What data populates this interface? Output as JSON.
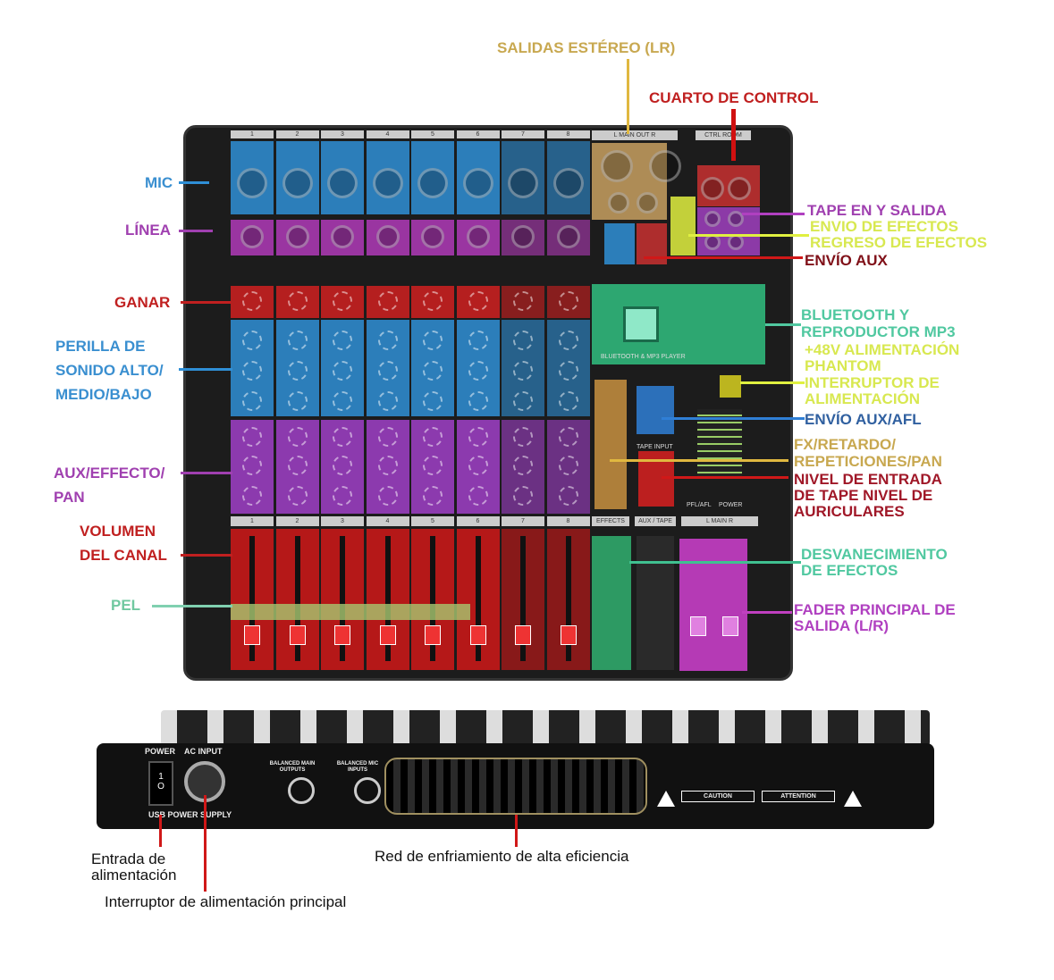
{
  "colors": {
    "mic": "#2f8fd6",
    "line": "#b03ab8",
    "gain": "#d02020",
    "eq": "#2f8fd6",
    "aux": "#a040c8",
    "fader": "#d01818",
    "pel": "#a8c870",
    "main_out": "#c8a060",
    "ctrl": "#c83030",
    "tape": "#a040c0",
    "fx": "#e0f040",
    "bt": "#30c080",
    "effects_knobs": "#c89040",
    "aux_afl": "#2f7fd6",
    "main_fader": "#d040d0"
  },
  "channels": [
    "1",
    "2",
    "3",
    "4",
    "5",
    "6",
    "7",
    "8"
  ],
  "panel": {
    "main_out": "L MAIN OUT R",
    "ctrl_room": "CTRL ROOM",
    "bt_player": "BLUETOOTH & MP3 PLAYER",
    "effects": "EFFECTS",
    "aux_tape": "AUX / TAPE",
    "main_lr": "L MAIN R",
    "tape_input": "TAPE INPUT",
    "pfl_afl": "PFL/AFL",
    "power": "POWER"
  },
  "labels": {
    "salidas": "SALIDAS ESTÉREO (LR)",
    "cuarto": "CUARTO DE CONTROL",
    "mic": "MIC",
    "linea": "LÍNEA",
    "ganar": "GANAR",
    "perilla": [
      "PERILLA DE",
      "SONIDO ALTO/",
      "MEDIO/BAJO"
    ],
    "aux": [
      "AUX/EFFECTO/",
      "PAN"
    ],
    "volumen": [
      "VOLUMEN",
      "DEL CANAL"
    ],
    "pel": "PEL",
    "tape": "TAPE EN Y SALIDA",
    "envio_efectos": "ENVIO DE EFECTOS",
    "regreso": "REGRESO DE EFECTOS",
    "envio_aux": "ENVÍO AUX",
    "bluetooth": [
      "BLUETOOTH Y",
      "REPRODUCTOR MP3"
    ],
    "phantom": [
      "+48V ALIMENTACIÓN",
      "PHANTOM"
    ],
    "interruptor": [
      "INTERRUPTOR DE",
      "ALIMENTACIÓN"
    ],
    "aux_afl": "ENVÍO AUX/AFL",
    "fx": [
      "FX/RETARDO/",
      "REPETICIONES/PAN"
    ],
    "nivel": [
      "NIVEL DE ENTRADA",
      "DE TAPE NIVEL DE",
      "AURICULARES"
    ],
    "desvanecimiento": [
      "DESVANECIMIENTO",
      "DE EFECTOS"
    ],
    "fader_principal": [
      "FADER PRINCIPAL DE",
      "SALIDA (L/R)"
    ]
  },
  "rear": {
    "power": "POWER",
    "ac_input": "AC INPUT",
    "usb": "USB POWER SUPPLY",
    "bal_out": "BALANCED MAIN OUTPUTS",
    "bal_mic": "BALANCED MIC INPUTS",
    "caution": "CAUTION",
    "attention": "ATTENTION",
    "switch_on": "1",
    "switch_off": "O"
  },
  "bottom_labels": {
    "entrada": [
      "Entrada de",
      "alimentación"
    ],
    "interruptor": "Interruptor de alimentación principal",
    "red": "Red de enfriamiento de alta eficiencia"
  }
}
